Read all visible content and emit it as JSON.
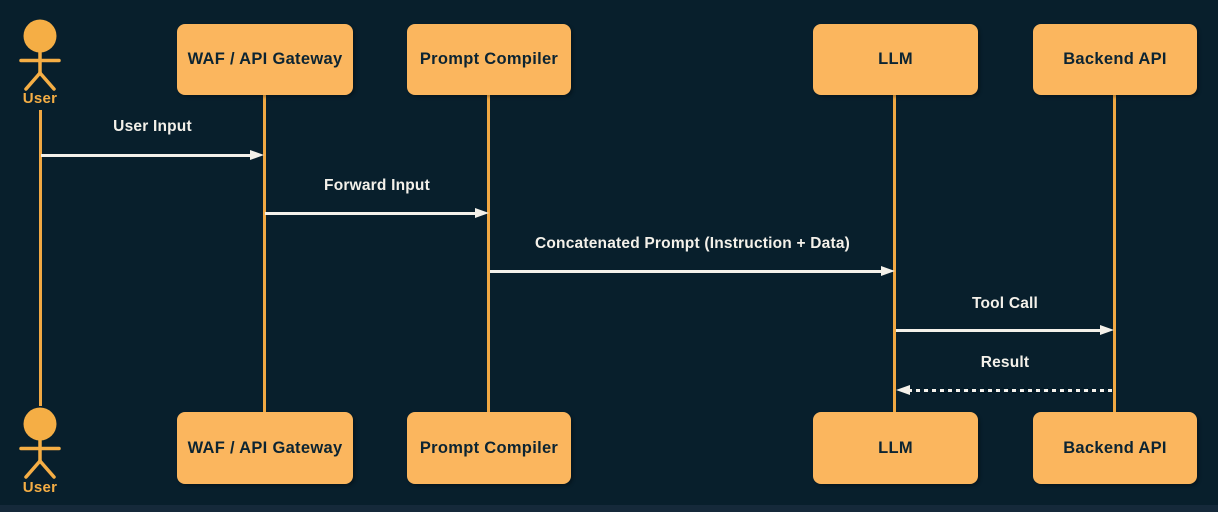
{
  "diagram": {
    "type": "sequence-diagram",
    "actor": {
      "name": "User"
    },
    "participants": [
      {
        "id": "waf-api-gateway",
        "label": "WAF / API Gateway"
      },
      {
        "id": "prompt-compiler",
        "label": "Prompt Compiler"
      },
      {
        "id": "llm",
        "label": "LLM"
      },
      {
        "id": "backend-api",
        "label": "Backend API"
      }
    ],
    "messages": [
      {
        "label": "User Input",
        "from": "User",
        "to": "WAF / API Gateway",
        "line": "solid",
        "direction": "right"
      },
      {
        "label": "Forward Input",
        "from": "WAF / API Gateway",
        "to": "Prompt Compiler",
        "line": "solid",
        "direction": "right"
      },
      {
        "label": "Concatenated Prompt (Instruction + Data)",
        "from": "Prompt Compiler",
        "to": "LLM",
        "line": "solid",
        "direction": "right"
      },
      {
        "label": "Tool Call",
        "from": "LLM",
        "to": "Backend API",
        "line": "solid",
        "direction": "right"
      },
      {
        "label": "Result",
        "from": "Backend API",
        "to": "LLM",
        "line": "dashed",
        "direction": "left"
      }
    ],
    "colors": {
      "background": "#081F2C",
      "footer_band": "#15293A",
      "participant_fill": "#FBB65E",
      "participant_text": "#0C2432",
      "lifeline": "#F1A843",
      "message": "#F4F1EA"
    }
  }
}
